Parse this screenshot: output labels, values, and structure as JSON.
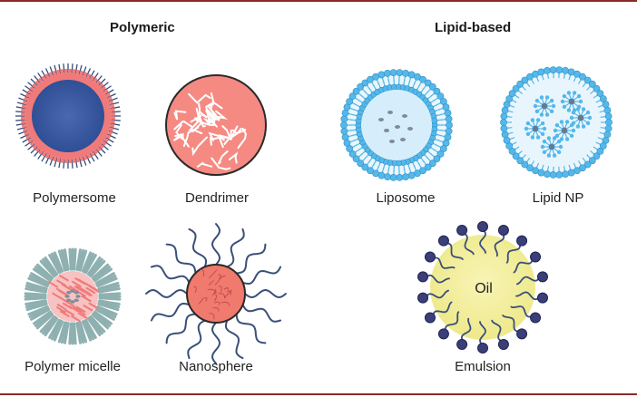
{
  "headings": {
    "polymeric": "Polymeric",
    "lipid": "Lipid-based"
  },
  "labels": {
    "polymersome": "Polymersome",
    "dendrimer": "Dendrimer",
    "polymer_micelle": "Polymer micelle",
    "nanosphere": "Nanosphere",
    "liposome": "Liposome",
    "lipid_np": "Lipid NP",
    "emulsion": "Emulsion",
    "oil": "Oil"
  },
  "colors": {
    "frame": "#8c2a2a",
    "polymersome_core": "#2f4f96",
    "polymer_pink": "#f07a7a",
    "polymer_chain": "#3a4f7a",
    "lipid_blue": "#55b8ea",
    "lipid_light": "#d6eefb",
    "cargo_gray": "#7f8c99",
    "micelle_gray": "#8fb0b0",
    "oil_yellow": "#f6f2a2",
    "emulsion_head": "#3b3f78"
  }
}
